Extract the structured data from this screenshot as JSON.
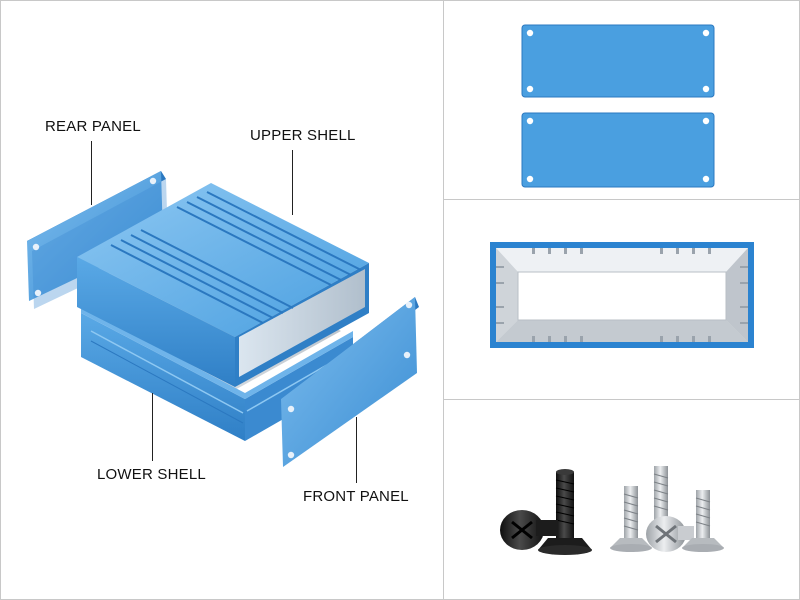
{
  "labels": {
    "rear_panel": "REAR PANEL",
    "upper_shell": "UPPER SHELL",
    "lower_shell": "LOWER SHELL",
    "front_panel": "FRONT PANEL"
  },
  "colors": {
    "aluminium_blue": "#4a9fe0",
    "aluminium_blue_dark": "#2b78c0",
    "aluminium_blue_light": "#8ec8f2",
    "inner_silver": "#d9dde2",
    "screw_black": "#1c1c1c",
    "screw_steel": "#c9ccd0",
    "divider": "#c8c8c8"
  },
  "icons": {
    "exploded_view": "enclosure-exploded-view-icon",
    "panels": "end-panel-plates-icon",
    "profile": "shell-cross-section-icon",
    "screws": "countersunk-screws-icon"
  }
}
